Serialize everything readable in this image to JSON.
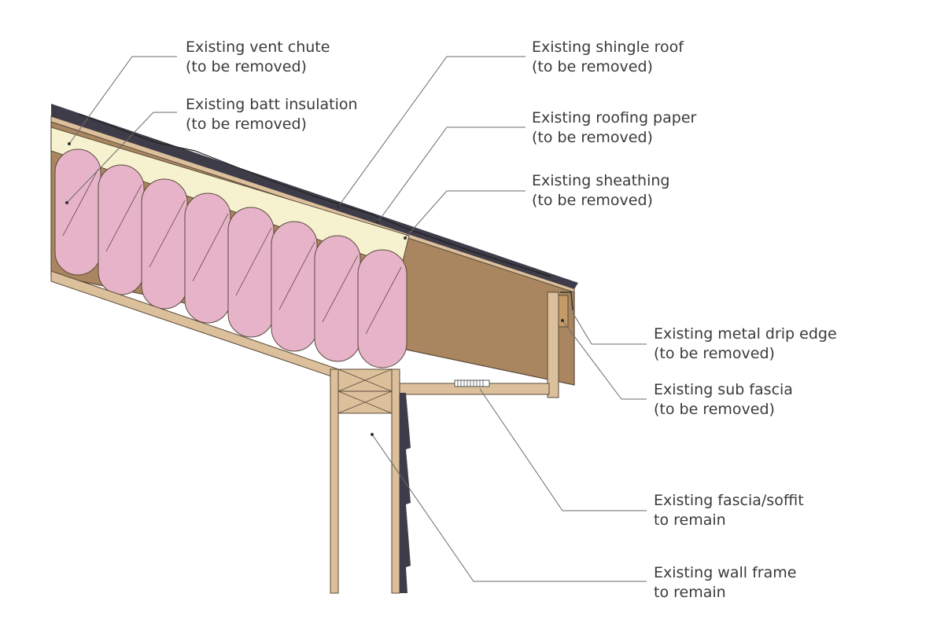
{
  "labels": {
    "vent_chute": {
      "line1": "Existing vent chute",
      "line2": "(to be removed)"
    },
    "batt": {
      "line1": "Existing batt insulation",
      "line2": "(to be removed)"
    },
    "shingle": {
      "line1": "Existing shingle roof",
      "line2": "(to be removed)"
    },
    "paper": {
      "line1": "Existing roofing paper",
      "line2": "(to be removed)"
    },
    "sheathing": {
      "line1": "Existing sheathing",
      "line2": "(to be removed)"
    },
    "drip_edge": {
      "line1": "Existing metal drip edge",
      "line2": "(to be removed)"
    },
    "sub_fascia": {
      "line1": "Existing sub fascia",
      "line2": "(to be removed)"
    },
    "fascia_soffit": {
      "line1": "Existing fascia/soffit",
      "line2": "to remain"
    },
    "wall_frame": {
      "line1": "Existing wall frame",
      "line2": "to remain"
    }
  },
  "colors": {
    "wood": "#dcc09b",
    "wood_stroke": "#5a4a3a",
    "sheathing": "#a9865f",
    "insulation": "#e7b3c9",
    "vent_chute": "#f6f2cf",
    "shingle": "#3e3c48",
    "leader": "#6a6a6a"
  }
}
